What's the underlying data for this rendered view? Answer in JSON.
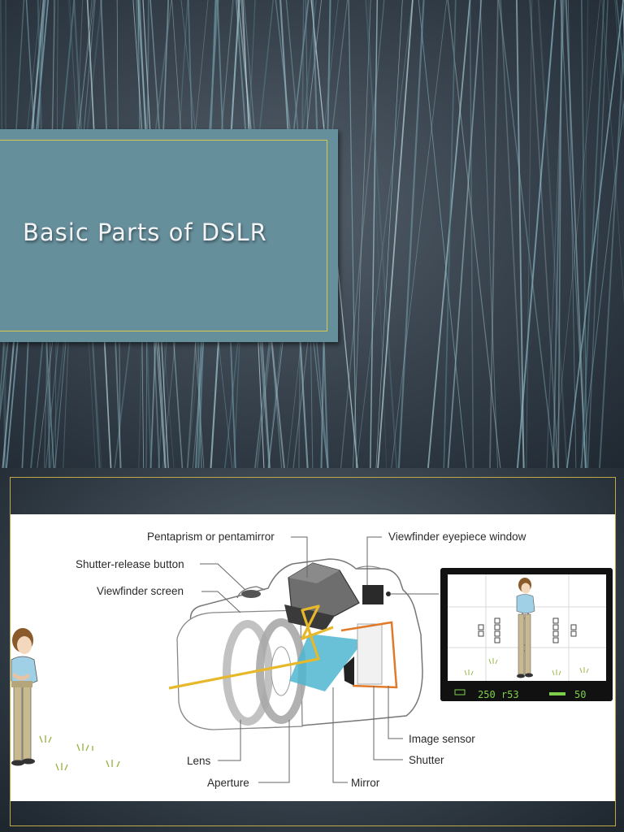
{
  "slide1": {
    "title": "Basic Parts of DSLR"
  },
  "slide2": {
    "labels": {
      "pentaprism": "Pentaprism or pentamirror",
      "viewfinder_eyepiece": "Viewfinder eyepiece window",
      "shutter_release": "Shutter-release button",
      "viewfinder_screen": "Viewfinder screen",
      "image_sensor": "Image sensor",
      "shutter": "Shutter",
      "lens": "Lens",
      "aperture": "Aperture",
      "mirror": "Mirror"
    },
    "viewfinder_display": {
      "left_readout": "250 r53",
      "right_readout": "50"
    }
  }
}
